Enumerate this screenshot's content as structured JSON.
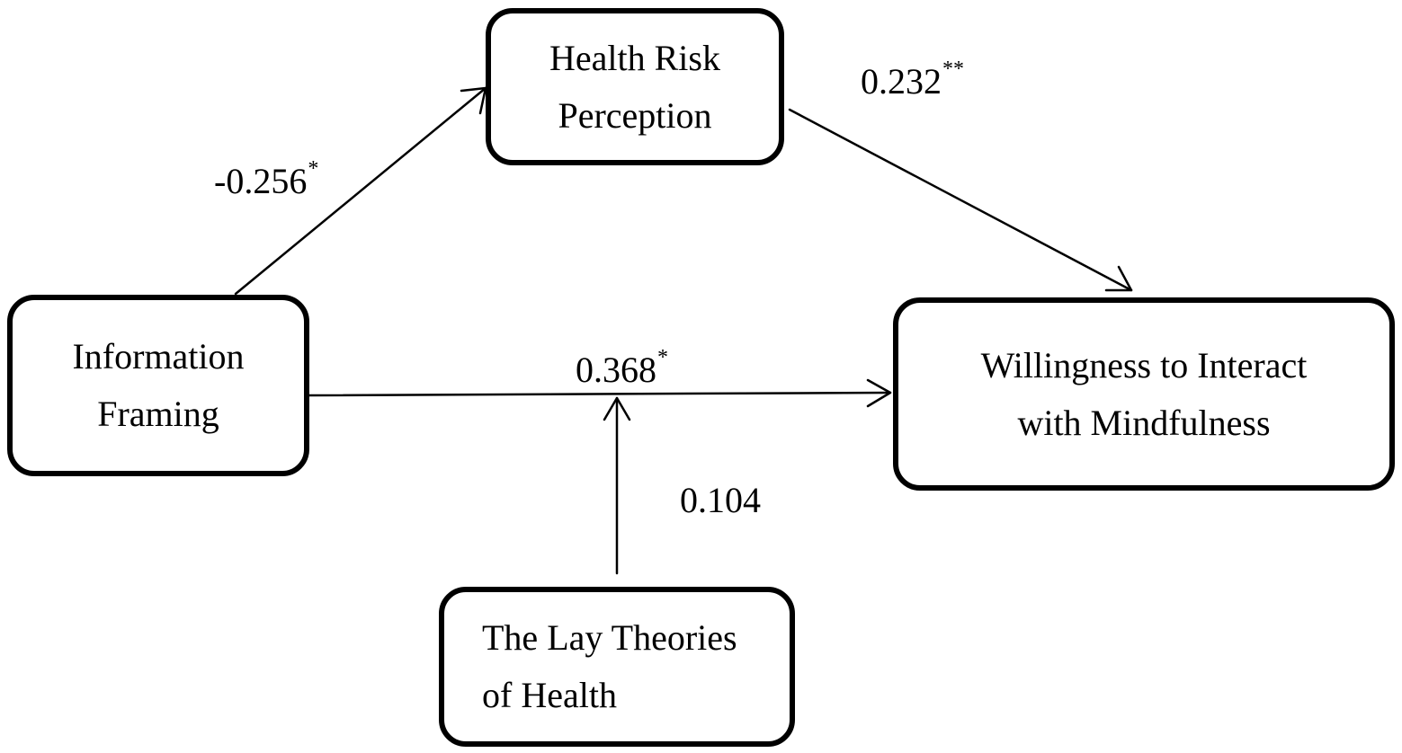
{
  "nodes": {
    "health_risk": {
      "lines": [
        "Health Risk",
        "Perception"
      ]
    },
    "info_framing": {
      "lines": [
        "Information",
        "Framing"
      ]
    },
    "willingness": {
      "lines": [
        "Willingness to Interact",
        "with Mindfulness"
      ]
    },
    "lay_theories": {
      "lines": [
        "The Lay Theories",
        "of Health"
      ]
    }
  },
  "paths": {
    "a": {
      "value": "-0.256",
      "sig": "*"
    },
    "b": {
      "value": "0.232",
      "sig": "**"
    },
    "c": {
      "value": "0.368",
      "sig": "*"
    },
    "moderation": {
      "value": "0.104",
      "sig": ""
    }
  },
  "colors": {
    "stroke": "#000000",
    "background": "#ffffff"
  }
}
